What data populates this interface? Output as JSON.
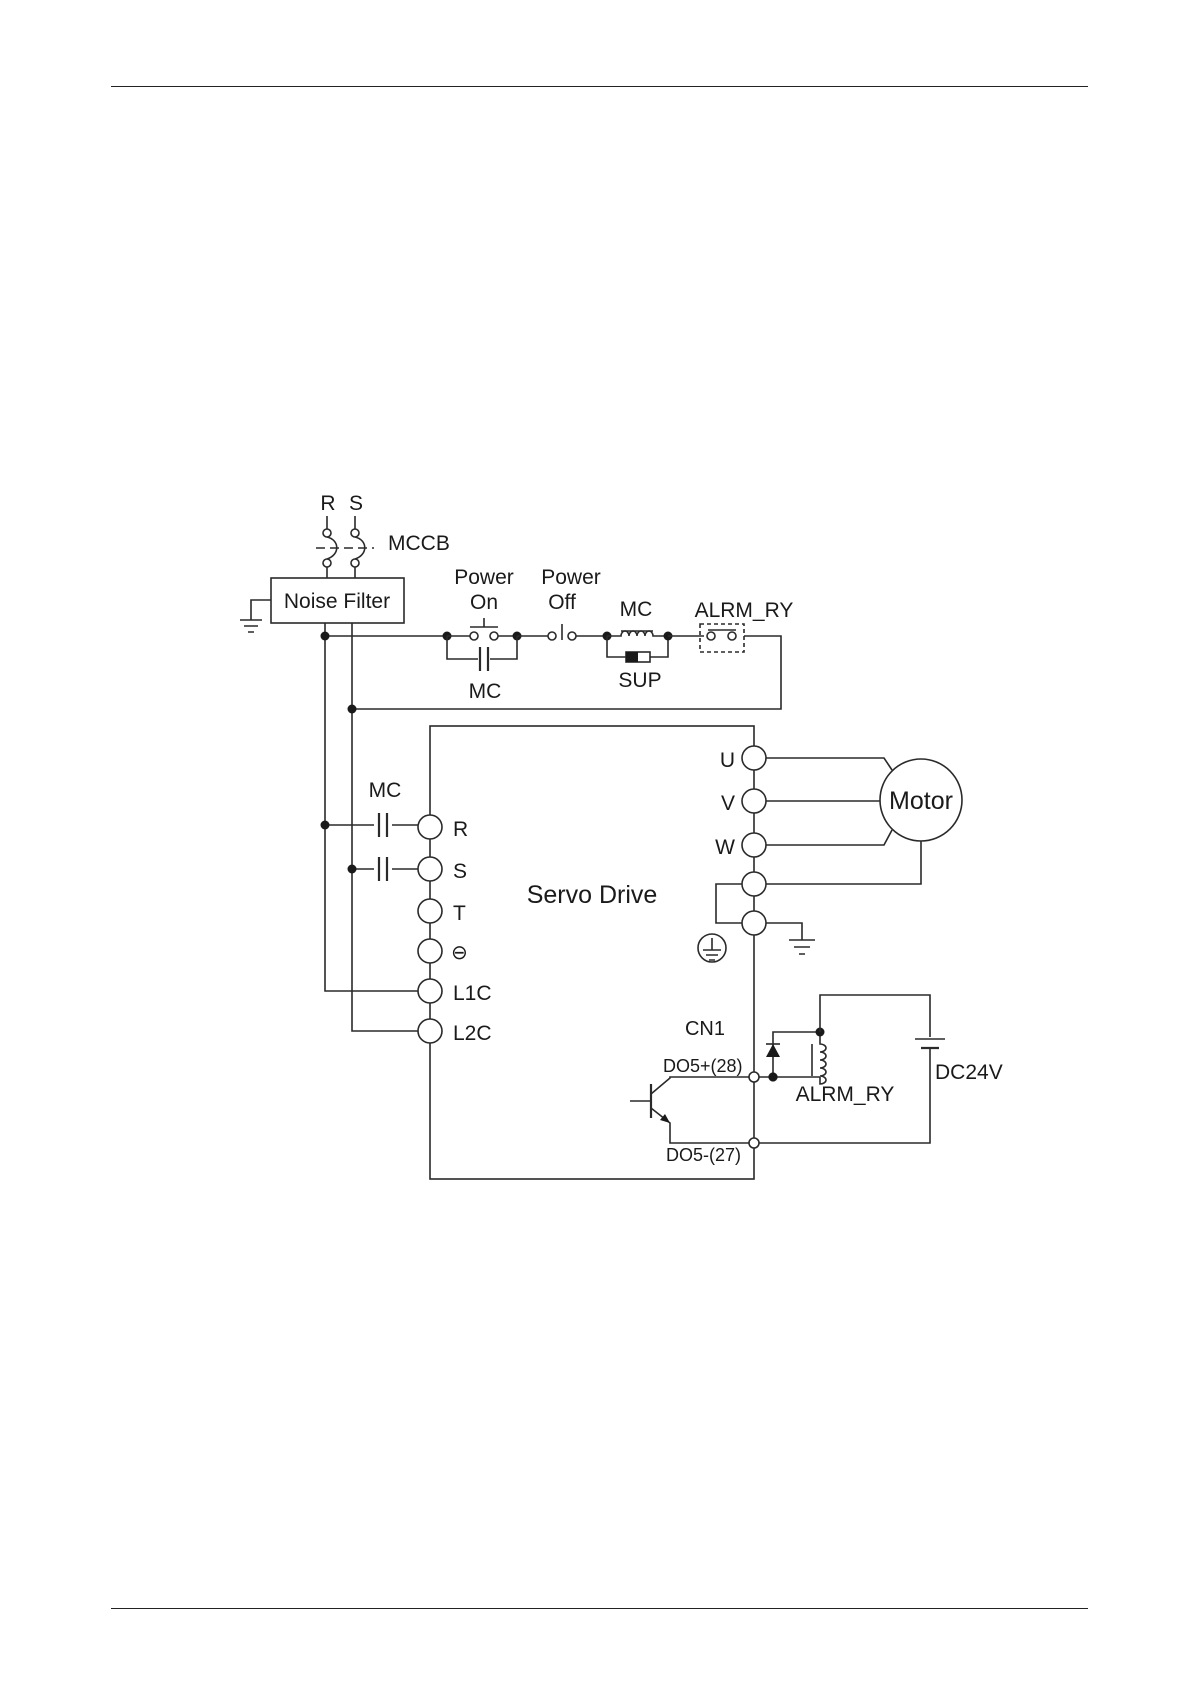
{
  "diagram": {
    "supply": {
      "phase_r": "R",
      "phase_s": "S",
      "breaker": "MCCB"
    },
    "noise_filter": "Noise Filter",
    "control_circuit": {
      "power_on": [
        "Power",
        "On"
      ],
      "power_off": [
        "Power",
        "Off"
      ],
      "mc_coil": "MC",
      "alarm_contact": "ALRM_RY",
      "mc_hold_contact": "MC",
      "surge_suppressor": "SUP"
    },
    "main_contactor": "MC",
    "servo_drive": {
      "title": "Servo Drive",
      "input_terminals": [
        "R",
        "S",
        "T",
        "⊖",
        "L1C",
        "L2C"
      ],
      "output_terminals": [
        "U",
        "V",
        "W"
      ],
      "connector": "CN1",
      "do_plus": "DO5+(28)",
      "do_minus": "DO5-(27)"
    },
    "motor": "Motor",
    "relay": "ALRM_RY",
    "supply_dc": "DC24V"
  }
}
